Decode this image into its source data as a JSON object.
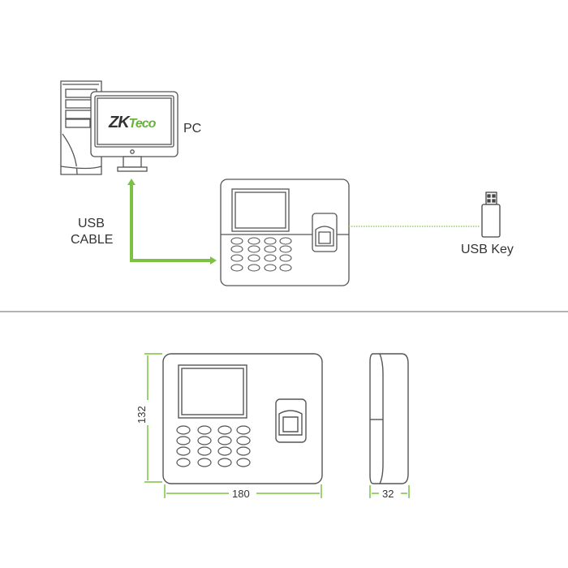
{
  "connection_diagram": {
    "pc_label": "PC",
    "cable_label_line1": "USB",
    "cable_label_line2": "CABLE",
    "usb_key_label": "USB Key",
    "logo_part1": "ZK",
    "logo_part2": "Teco",
    "logo_dark_color": "#333333",
    "logo_green_color": "#6ab23e",
    "cable_color": "#7cc242",
    "dotted_line_color": "#8fcf6a"
  },
  "dimensions": {
    "height_mm": "132",
    "width_mm": "180",
    "depth_mm": "32",
    "dimension_line_color": "#7cc242"
  }
}
